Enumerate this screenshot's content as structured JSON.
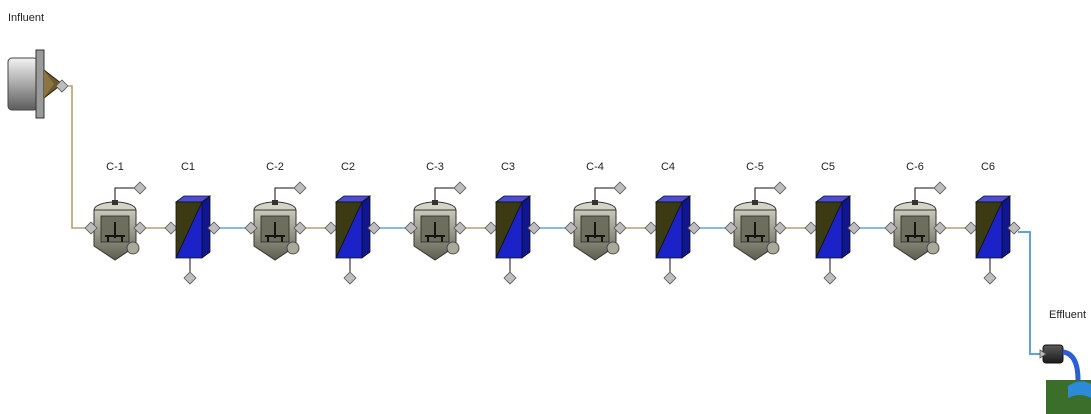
{
  "diagram": {
    "influent_label": "Influent",
    "effluent_label": "Effluent",
    "stages": [
      {
        "reactor": "C-1",
        "column": "C1"
      },
      {
        "reactor": "C-2",
        "column": "C2"
      },
      {
        "reactor": "C-3",
        "column": "C3"
      },
      {
        "reactor": "C-4",
        "column": "C4"
      },
      {
        "reactor": "C-5",
        "column": "C5"
      },
      {
        "reactor": "C-6",
        "column": "C6"
      }
    ],
    "colors": {
      "stream_tan": "#b8a070",
      "stream_blue": "#5aa7d6",
      "column_blue": "#1a22c8",
      "column_olive": "#3c3a12",
      "reactor_body": "#8a8a78",
      "node_gray": "#bdbdbd"
    }
  }
}
